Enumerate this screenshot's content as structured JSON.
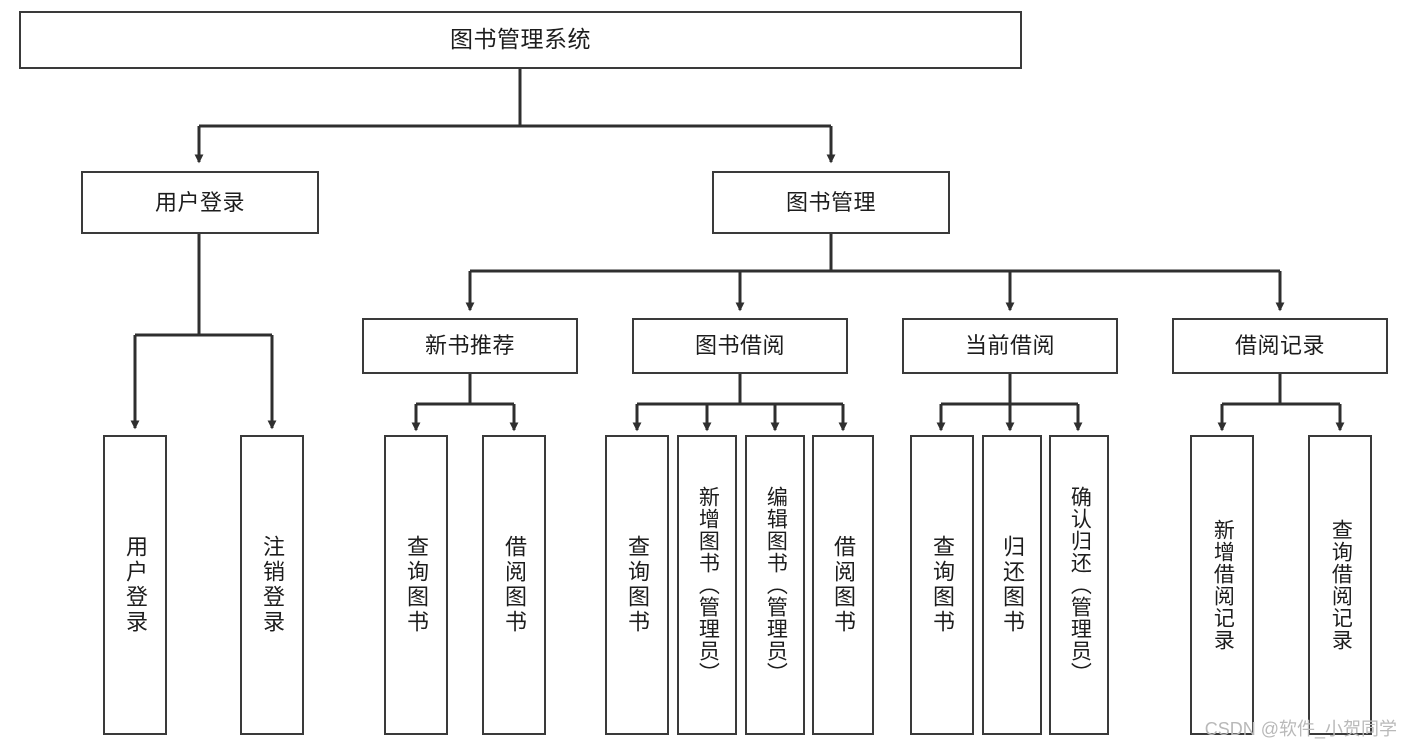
{
  "diagram": {
    "title": "图书管理系统",
    "type": "tree-hierarchy-diagram",
    "colors": {
      "box_border": "#3a3a3a",
      "connector": "#2f2f2f",
      "text": "#1d1d1d",
      "background": "#ffffff",
      "watermark": "#b9b9b9"
    },
    "nodes": {
      "root": {
        "label": "图书管理系统"
      },
      "level1": [
        {
          "label": "用户登录"
        },
        {
          "label": "图书管理"
        }
      ],
      "level2": [
        {
          "label": "新书推荐"
        },
        {
          "label": "图书借阅"
        },
        {
          "label": "当前借阅"
        },
        {
          "label": "借阅记录"
        }
      ],
      "leaves": {
        "user_login": [
          {
            "label": "用户登录"
          },
          {
            "label": "注销登录"
          }
        ],
        "new_book_recommend": [
          {
            "label": "查询图书"
          },
          {
            "label": "借阅图书"
          }
        ],
        "book_borrow": [
          {
            "label": "查询图书"
          },
          {
            "label": "新增图书（管理员）"
          },
          {
            "label": "编辑图书（管理员）"
          },
          {
            "label": "借阅图书"
          }
        ],
        "current_borrow": [
          {
            "label": "查询图书"
          },
          {
            "label": "归还图书"
          },
          {
            "label": "确认归还（管理员）"
          }
        ],
        "borrow_record": [
          {
            "label": "新增借阅记录"
          },
          {
            "label": "查询借阅记录"
          }
        ]
      }
    },
    "watermark": "CSDN @软件_小贺同学"
  }
}
